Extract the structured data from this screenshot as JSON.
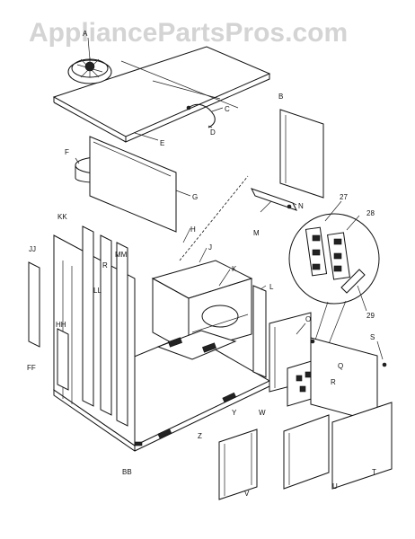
{
  "watermark": "AppliancePartsPros.com",
  "labels": {
    "A": "A",
    "B": "B",
    "C": "C",
    "D": "D",
    "E": "E",
    "F": "F",
    "G": "G",
    "H": "H",
    "J": "J",
    "K": "K",
    "L": "L",
    "M": "M",
    "N": "N",
    "O": "O",
    "Q": "Q",
    "R": "R",
    "S": "S",
    "T": "T",
    "U": "U",
    "V": "V",
    "W": "W",
    "Y": "Y",
    "Z": "Z",
    "BB": "BB",
    "FF": "FF",
    "HH": "HH",
    "JJ": "JJ",
    "KK": "KK",
    "LL": "LL",
    "MM": "MM",
    "n27": "27",
    "n28": "28",
    "n29": "29",
    "R2": "R"
  }
}
